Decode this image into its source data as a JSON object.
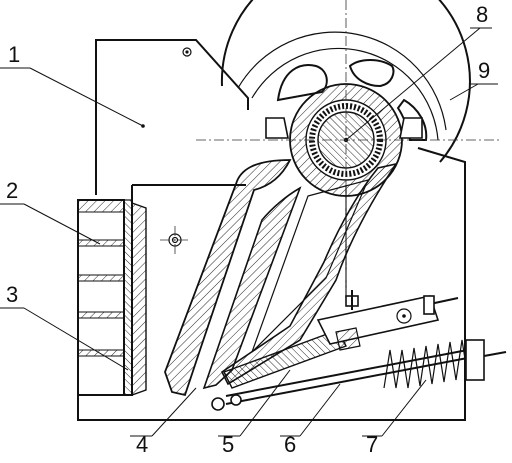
{
  "labels": [
    {
      "id": "1",
      "text": "1"
    },
    {
      "id": "2",
      "text": "2"
    },
    {
      "id": "3",
      "text": "3"
    },
    {
      "id": "4",
      "text": "4"
    },
    {
      "id": "5",
      "text": "5"
    },
    {
      "id": "6",
      "text": "6"
    },
    {
      "id": "7",
      "text": "7"
    },
    {
      "id": "8",
      "text": "8"
    },
    {
      "id": "9",
      "text": "9"
    }
  ],
  "colors": {
    "line": "#111111",
    "background": "#ffffff"
  }
}
